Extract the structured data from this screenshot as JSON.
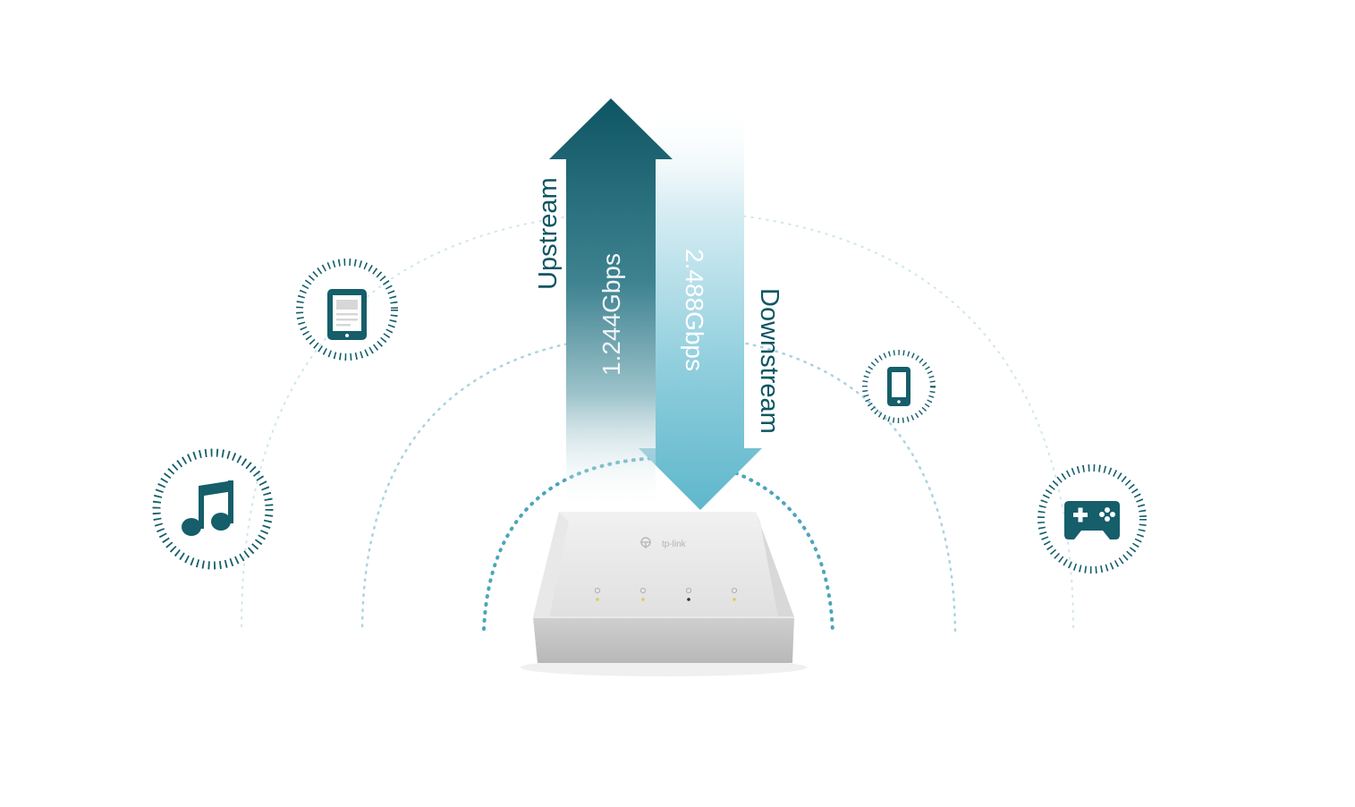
{
  "upstream": {
    "label": "Upstream",
    "speed": "1.244Gbps"
  },
  "downstream": {
    "label": "Downstream",
    "speed": "2.488Gbps"
  },
  "device": {
    "brand": "tp-link"
  },
  "client_icons": [
    {
      "name": "music-note-icon"
    },
    {
      "name": "tablet-icon"
    },
    {
      "name": "smartphone-icon"
    },
    {
      "name": "gamepad-icon"
    }
  ],
  "colors": {
    "upstream_dark": "#0f5966",
    "downstream_light": "#66bccf",
    "icon_teal": "#155e6a",
    "dot_inner": "#4fa9bf",
    "dot_outer": "#b9dde6"
  }
}
